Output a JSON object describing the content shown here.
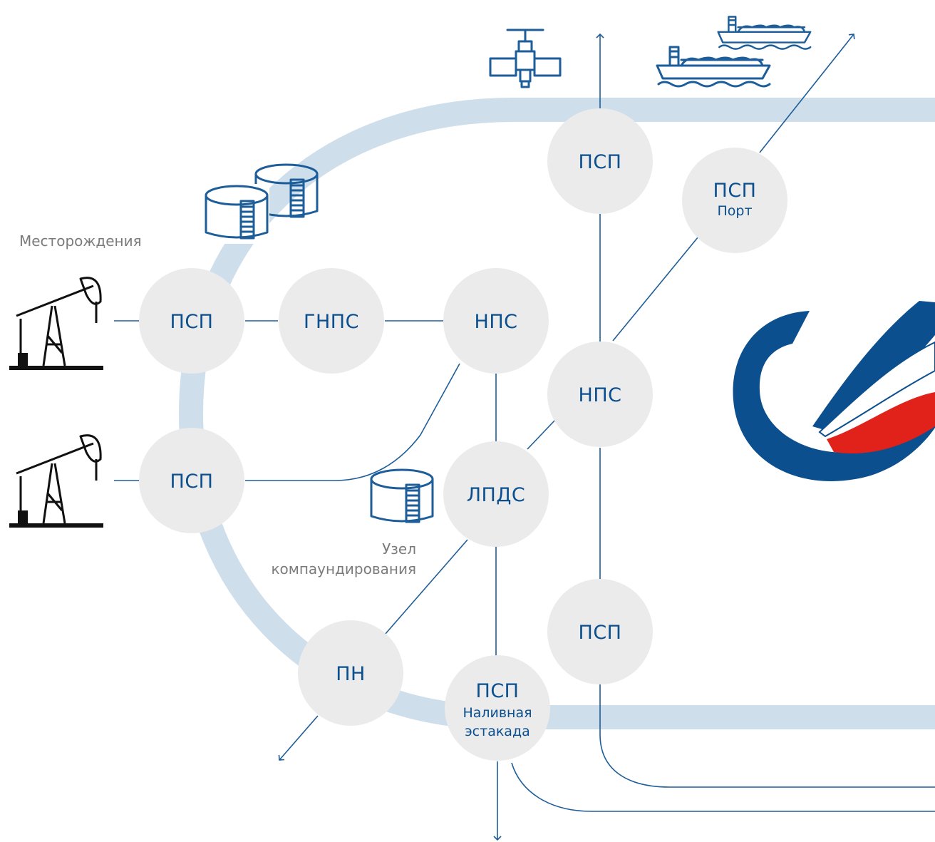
{
  "captions": {
    "fields": "Месторождения",
    "blending_1": "Узел",
    "blending_2": "компаундирования"
  },
  "nodes": {
    "psp_field_top": "ПСП",
    "psp_field_bottom": "ПСП",
    "gnps": "ГНПС",
    "nps_left": "НПС",
    "nps_right": "НПС",
    "lpds": "ЛПДС",
    "pn": "ПН",
    "psp_terminal": "ПСП",
    "psp_terminal_sub1": "Наливная",
    "psp_terminal_sub2": "эстакада",
    "psp_top": "ПСП",
    "psp_port": "ПСП",
    "psp_port_sub": "Порт",
    "psp_lower": "ПСП"
  },
  "icons": [
    "oil-pump-icon",
    "storage-tank-icon",
    "valve-icon",
    "tanker-ship-icon",
    "logo-emblem"
  ],
  "colors": {
    "node_fill": "#ebebeb",
    "node_text": "#0b4f8f",
    "pipe": "#cfdeeb",
    "flow_line": "#1d5d99",
    "caption": "#7b7b7b",
    "logo_blue": "#0b4f8f",
    "logo_red": "#e0221b"
  }
}
